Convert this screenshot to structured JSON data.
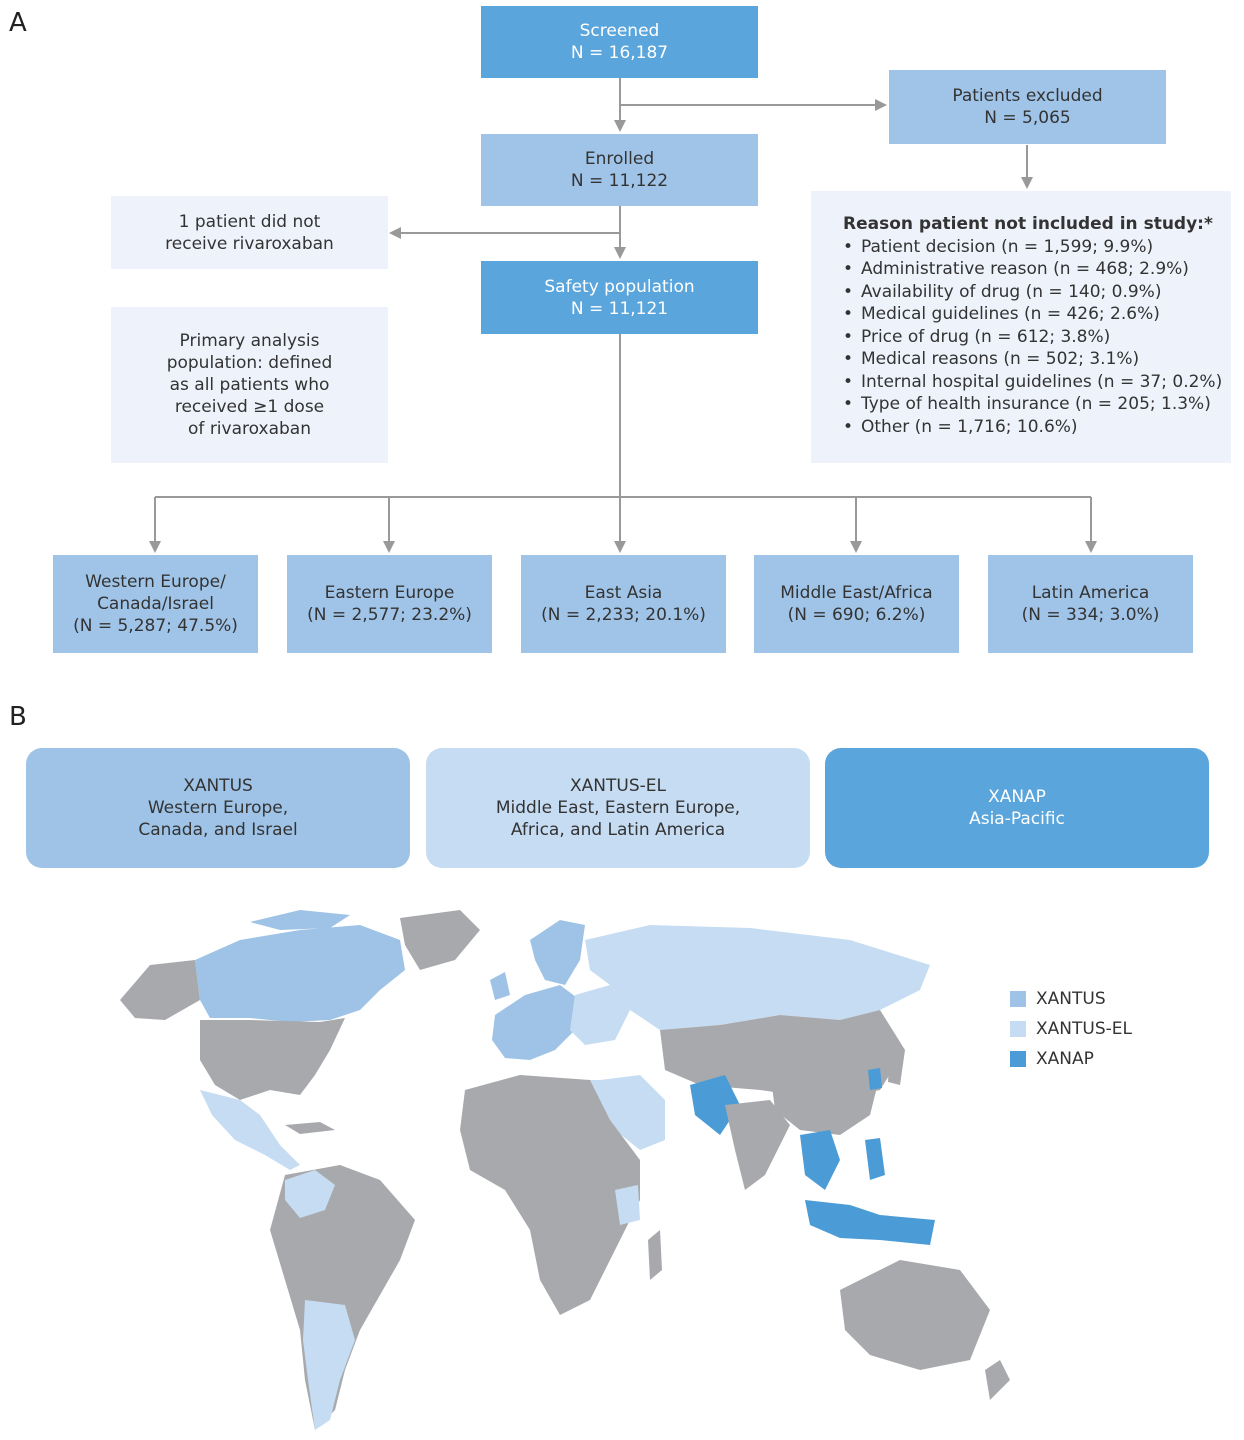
{
  "panel_a": {
    "letter": "A",
    "screened": {
      "title": "Screened",
      "count": "N = 16,187"
    },
    "excluded": {
      "title": "Patients excluded",
      "count": "N = 5,065"
    },
    "enrolled": {
      "title": "Enrolled",
      "count": "N = 11,122"
    },
    "not_received": {
      "line1": "1 patient did not",
      "line2": "receive rivaroxaban"
    },
    "safety": {
      "title": "Safety population",
      "count": "N = 11,121"
    },
    "primary_note": {
      "line1": "Primary analysis",
      "line2": "population: defined",
      "line3": "as all patients who",
      "line4": "received ≥1 dose",
      "line5": "of rivaroxaban"
    },
    "reasons": {
      "heading": "Reason patient not included in study:*",
      "items": [
        "Patient decision (n = 1,599; 9.9%)",
        "Administrative reason (n = 468; 2.9%)",
        "Availability of drug (n = 140; 0.9%)",
        "Medical guidelines (n = 426; 2.6%)",
        "Price of drug (n = 612; 3.8%)",
        "Medical reasons (n = 502; 3.1%)",
        "Internal hospital guidelines (n = 37; 0.2%)",
        "Type of health insurance (n = 205; 1.3%)",
        "Other (n = 1,716; 10.6%)"
      ]
    },
    "regions": [
      {
        "line1": "Western Europe/",
        "line2": "Canada/Israel",
        "line3": "(N = 5,287; 47.5%)"
      },
      {
        "line1": "Eastern Europe",
        "line2": "(N = 2,577; 23.2%)"
      },
      {
        "line1": "East Asia",
        "line2": "(N = 2,233; 20.1%)"
      },
      {
        "line1": "Middle East/Africa",
        "line2": "(N = 690; 6.2%)"
      },
      {
        "line1": "Latin America",
        "line2": "(N = 334; 3.0%)"
      }
    ]
  },
  "panel_b": {
    "letter": "B",
    "studies": [
      {
        "name": "XANTUS",
        "line1": "Western Europe,",
        "line2": "Canada, and Israel"
      },
      {
        "name": "XANTUS-EL",
        "line1": "Middle East, Eastern Europe,",
        "line2": "Africa, and Latin America"
      },
      {
        "name": "XANAP",
        "line1": "Asia-Pacific"
      }
    ],
    "legend": [
      {
        "label": "XANTUS",
        "color": "#9ec3e6"
      },
      {
        "label": "XANTUS-EL",
        "color": "#c6dcf2"
      },
      {
        "label": "XANAP",
        "color": "#4a9bd6"
      }
    ],
    "map_colors": {
      "other": "#a7a9ac",
      "xantus": "#9ec3e6",
      "xantus_el": "#c6dcf2",
      "xanap": "#4a9bd6"
    }
  }
}
